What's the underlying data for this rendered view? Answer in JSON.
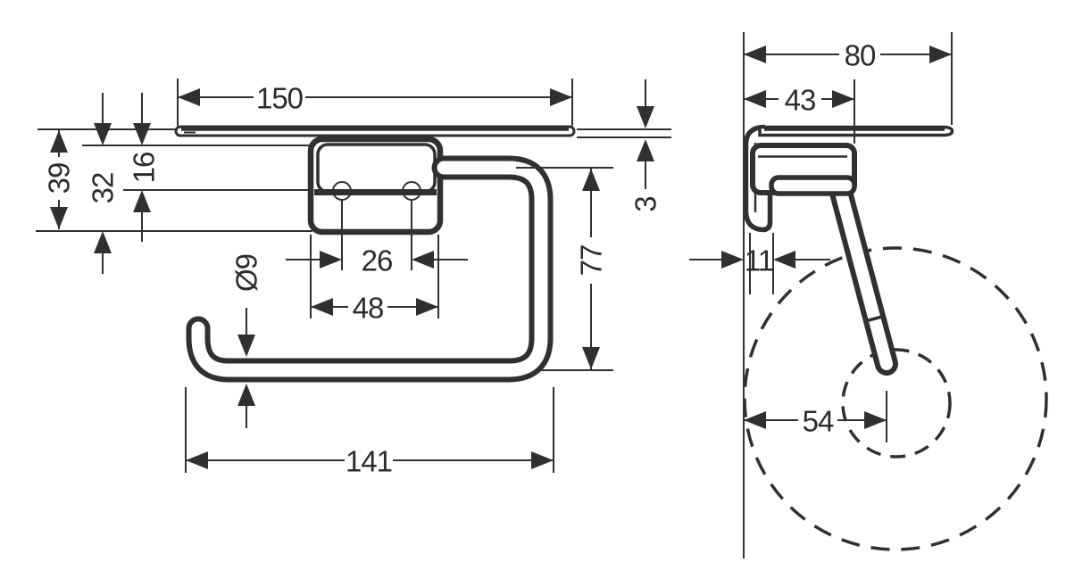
{
  "drawing": {
    "front_view": {
      "labels": {
        "shelf_width": "150",
        "overall_height": "39",
        "plate_height": "32",
        "upper_height": "16",
        "hole_spacing": "26",
        "plate_width": "48",
        "bar_diameter": "Ø9",
        "bar_length": "141",
        "bar_drop": "77",
        "shelf_thickness": "3"
      }
    },
    "side_view": {
      "labels": {
        "shelf_depth": "80",
        "bracket_depth": "43",
        "wall_foot_depth": "11",
        "roll_center_distance": "54"
      }
    }
  }
}
